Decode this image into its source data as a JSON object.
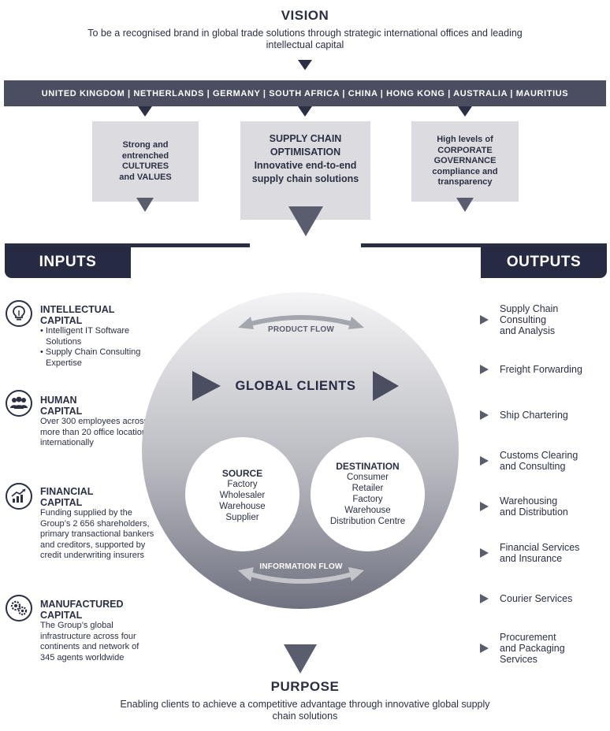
{
  "vision": {
    "title": "VISION",
    "text": "To be a recognised brand in global trade solutions through strategic international offices and leading intellectual capital"
  },
  "countries": "UNITED KINGDOM | NETHERLANDS | GERMANY | SOUTH AFRICA | CHINA | HONG KONG | AUSTRALIA | MAURITIUS",
  "pillars": [
    {
      "lines": [
        "Strong and",
        "entrenched",
        "CULTURES",
        "and VALUES"
      ]
    },
    {
      "lines": [
        "SUPPLY CHAIN",
        "OPTIMISATION",
        "Innovative end-to-end",
        "supply chain solutions"
      ]
    },
    {
      "lines": [
        "High levels of",
        "CORPORATE",
        "GOVERNANCE",
        "compliance and",
        "transparency"
      ]
    }
  ],
  "inputs": {
    "title": "INPUTS",
    "items": [
      {
        "icon": "lightbulb-icon",
        "title": [
          "INTELLECTUAL",
          "CAPITAL"
        ],
        "bullets": [
          "• Intelligent IT Software Solutions",
          "• Supply Chain Consulting Expertise"
        ]
      },
      {
        "icon": "people-icon",
        "title": [
          "HUMAN",
          "CAPITAL"
        ],
        "text": "Over 300 employees across more than 20 office locations internationally"
      },
      {
        "icon": "growth-chart-icon",
        "title": [
          "FINANCIAL",
          "CAPITAL"
        ],
        "text": "Funding supplied by the Group’s 2 656 shareholders, primary transactional bankers and creditors, supported by credit underwriting insurers"
      },
      {
        "icon": "gears-icon",
        "title": [
          "MANUFACTURED",
          "CAPITAL"
        ],
        "text": "The Group’s global infrastructure across four continents and network of 345 agents worldwide"
      }
    ]
  },
  "outputs": {
    "title": "OUTPUTS",
    "items": [
      "Supply Chain\nConsulting\nand Analysis",
      "Freight Forwarding",
      "Ship Chartering",
      "Customs Clearing\nand Consulting",
      "Warehousing\nand Distribution",
      "Financial Services\nand Insurance",
      "Courier Services",
      "Procurement\nand Packaging\nServices"
    ]
  },
  "center": {
    "product_flow": "PRODUCT FLOW",
    "title": "GLOBAL CLIENTS",
    "information_flow": "INFORMATION FLOW",
    "source": {
      "title": "SOURCE",
      "items": [
        "Factory",
        "Wholesaler",
        "Warehouse",
        "Supplier"
      ]
    },
    "destination": {
      "title": "DESTINATION",
      "items": [
        "Consumer",
        "Retailer",
        "Factory",
        "Warehouse",
        "Distribution Centre"
      ]
    }
  },
  "purpose": {
    "title": "PURPOSE",
    "text": "Enabling clients to achieve a competitive advantage through innovative global supply chain solutions"
  },
  "colors": {
    "navy": "#262a42",
    "bar": "#4a4e60",
    "box": "#dcdce0",
    "arrow_grey": "#5a5d6d"
  }
}
